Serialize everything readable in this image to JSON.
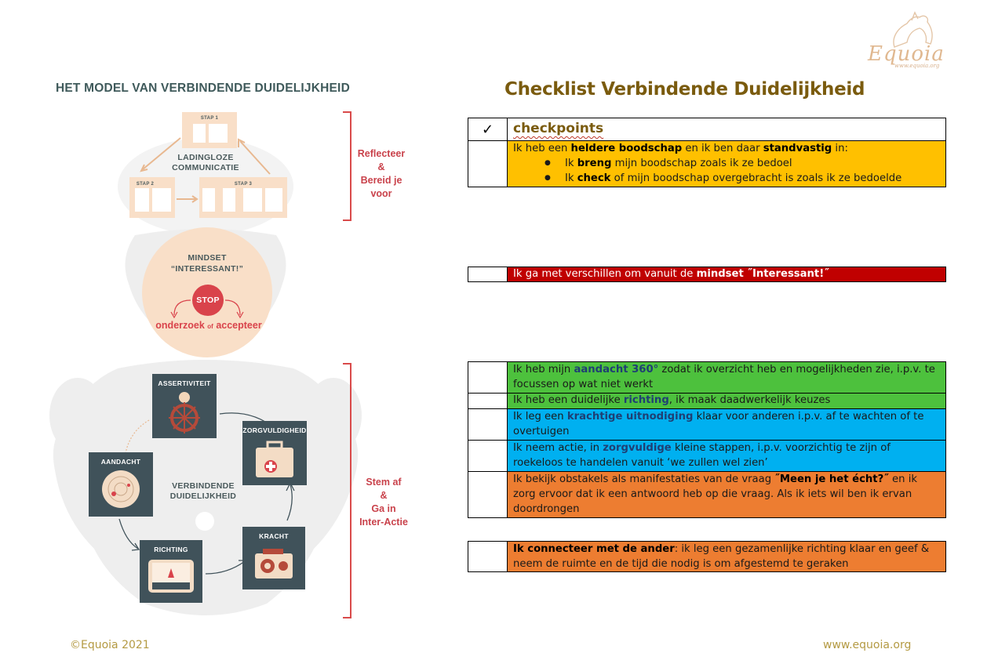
{
  "logo": {
    "brand": "Equoia",
    "url": "www.equoia.org"
  },
  "model": {
    "title": "HET MODEL VAN VERBINDENDE DUIDELIJKHEID",
    "ladingloze": "LADINGLOZE COMMUNICATIE",
    "stap1": "STAP 1",
    "stap2": "STAP 2",
    "stap3": "STAP 3",
    "mindset": "MINDSET",
    "interessant": "“INTERESSANT!”",
    "stop": "STOP",
    "onderzoek": "onderzoek",
    "of": "of",
    "accepteer": "accepteer",
    "verbindende": "VERBINDENDE DUIDELIJKHEID",
    "tiles": {
      "assertiviteit": "ASSERTIVITEIT",
      "zorgvuldigheid": "ZORGVULDIGHEID",
      "aandacht": "AANDACHT",
      "richting": "RICHTING",
      "kracht": "KRACHT"
    },
    "brackets": {
      "top": [
        "Reflecteer",
        "&",
        "Bereid je",
        "voor"
      ],
      "bottom": [
        "Stem af",
        "&",
        "Ga in",
        "Inter-Actie"
      ]
    }
  },
  "checklist": {
    "title": "Checklist Verbindende Duidelijkheid",
    "header_check": "✓",
    "header": "checkpoints",
    "colors": {
      "yellow": "#ffc000",
      "red": "#c00000",
      "green": "#4dc13d",
      "blue": "#00b0f0",
      "orange": "#ed7d31"
    },
    "row1": {
      "a": "Ik heb een ",
      "b": "heldere boodschap",
      "c": " en ik ben daar ",
      "d": "standvastig",
      "e": " in:",
      "bullet1": {
        "a": "Ik ",
        "b": "breng",
        "c": " mijn boodschap zoals ik ze bedoel"
      },
      "bullet2": {
        "a": "Ik ",
        "b": "check",
        "c": " of mijn boodschap overgebracht is zoals ik ze  bedoelde"
      }
    },
    "row2": {
      "a": "Ik ga met verschillen om vanuit de ",
      "b": "mindset ˝Interessant!˝"
    },
    "row3": {
      "a": "Ik heb mijn ",
      "b": "aandacht 360°",
      "c": " zodat ik overzicht heb en mogelijkheden zie, i.p.v. te focussen op wat niet werkt"
    },
    "row4": {
      "a": "Ik heb een duidelijke ",
      "b": "richting",
      "c": ", ik maak daadwerkelijk keuzes"
    },
    "row5": {
      "a": "Ik leg een ",
      "b": "krachtige uitnodiging",
      "c": " klaar voor anderen i.p.v. af te wachten of te overtuigen"
    },
    "row6": {
      "a": "Ik neem actie, in ",
      "b": "zorgvuldige",
      "c": " kleine stappen, i.p.v. voorzichtig te zijn of roekeloos te handelen vanuit ‘we zullen wel zien’"
    },
    "row7": {
      "a": "Ik bekijk obstakels als manifestaties van de vraag ",
      "b": "˝Meen je het écht?˝",
      "c": " en ik zorg ervoor dat ik een antwoord heb op die vraag. Als ik iets wil ben ik ervan doordrongen"
    },
    "row8": {
      "a": "Ik connecteer met de ander",
      "b": ": ik leg een gezamenlijke richting klaar en geef & neem de ruimte en de tijd die nodig is om afgestemd te geraken"
    }
  },
  "footer": {
    "left": "©Equoia 2021",
    "right": "www.equoia.org"
  }
}
